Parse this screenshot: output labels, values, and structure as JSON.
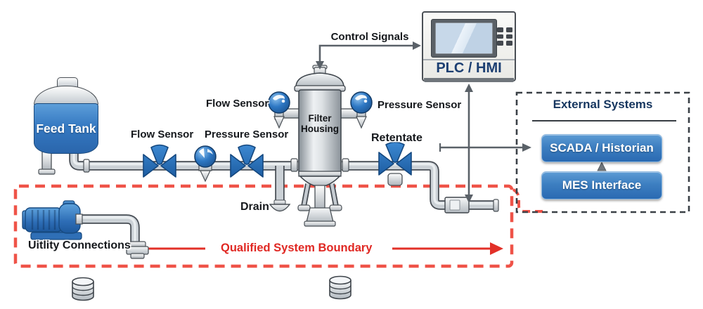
{
  "equipment": {
    "feed_tank": {
      "label": "Feed Tank"
    },
    "filter_housing": {
      "label_line1": "Filter",
      "label_line2": "Housing"
    },
    "plc": {
      "label": "PLC / HMI"
    },
    "pump": {
      "label": "Uitlity Connections"
    },
    "drain": {
      "label": "Drain"
    }
  },
  "sensors": {
    "feed_flow": {
      "label": "Flow Sensor"
    },
    "feed_pressure": {
      "label": "Pressure Sensor"
    },
    "filtrate_flow": {
      "label": "Flow Sensor"
    },
    "filtrate_pressure": {
      "label": "Pressure Sensor"
    }
  },
  "streams": {
    "control_signals": {
      "label": "Control Signals"
    },
    "retentate": {
      "label": "Retentate"
    }
  },
  "boundary": {
    "label": "Qualified System Boundary",
    "color": "#e02823"
  },
  "external_systems": {
    "title": "External Systems",
    "items": [
      {
        "label": "SCADA / Historian"
      },
      {
        "label": "MES Interface"
      }
    ]
  },
  "colors": {
    "equipment_blue": "#3579c2",
    "valve_blue": "#2a6ab2",
    "pipe_silver": "#cbd1d6",
    "signal_gray": "#5a6168",
    "boundary_red": "#ee5347",
    "navy_text": "#16365f"
  }
}
